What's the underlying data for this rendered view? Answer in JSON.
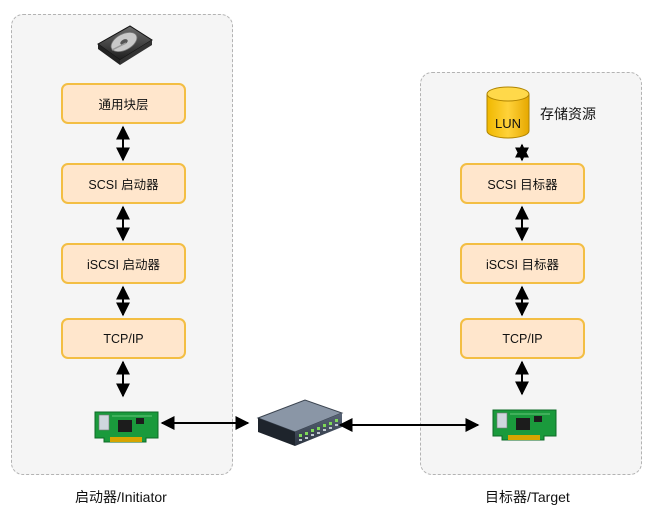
{
  "initiator": {
    "caption": "启动器/Initiator",
    "layers": [
      "通用块层",
      "SCSI 启动器",
      "iSCSI 启动器",
      "TCP/IP"
    ],
    "device_icon": "hard-disk-icon",
    "nic_icon": "network-card-icon"
  },
  "target": {
    "caption": "目标器/Target",
    "layers": [
      "SCSI 目标器",
      "iSCSI 目标器",
      "TCP/IP"
    ],
    "storage": {
      "label": "LUN",
      "caption": "存储资源",
      "icon": "database-cylinder-icon"
    },
    "nic_icon": "network-card-icon"
  },
  "switch_icon": "network-switch-icon",
  "colors": {
    "panel_bg": "#f5f5f5",
    "panel_border": "#b3b3b3",
    "box_fill": "#ffe6cc",
    "box_border": "#f3be43",
    "lun_fill": "#ffcc00"
  }
}
